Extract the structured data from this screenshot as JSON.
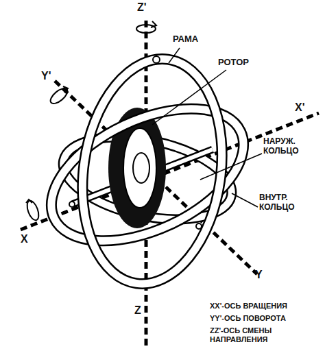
{
  "diagram": {
    "labels": [
      "Z'",
      "РАМА",
      "РОТОР",
      "Y'",
      "X'",
      "НАРУЖ. КОЛЬЦО",
      "ВНУТР. КОЛЬЦО",
      "X",
      "Y",
      "Z",
      "XX'-ОСЬ ВРАЩЕНИЯ",
      "YY'-ОСЬ ПОВОРОТА",
      "ZZ'-ОСЬ СМЕНЫ НАПРАВЛЕНИЯ"
    ]
  }
}
